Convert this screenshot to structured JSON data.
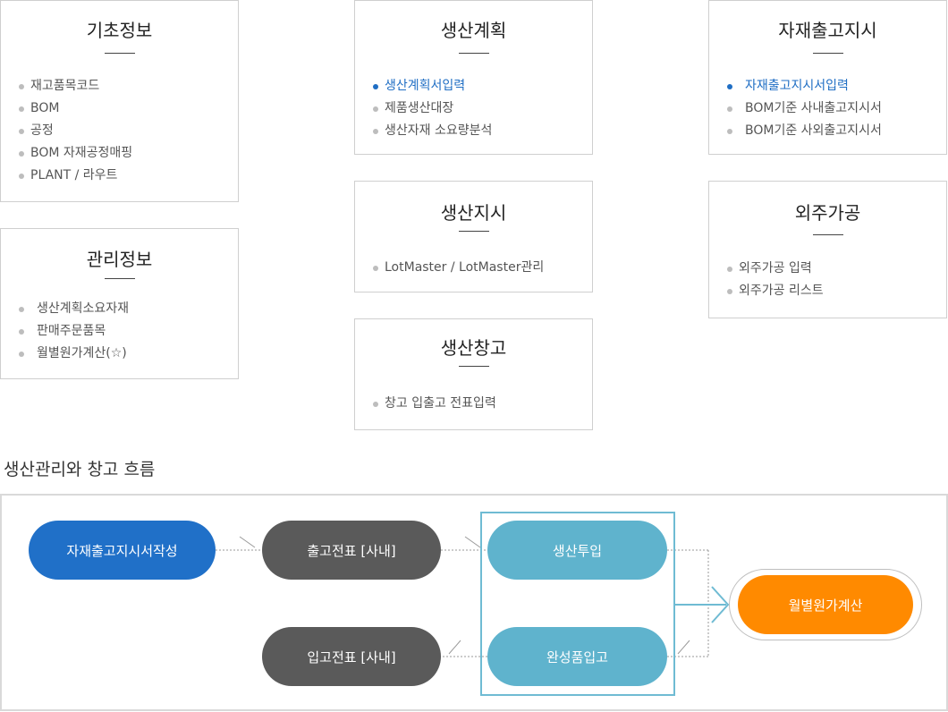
{
  "cards": {
    "basic": {
      "title": "기초정보",
      "items": [
        "재고품목코드",
        "BOM",
        "공정",
        "BOM 자재공정매핑",
        "PLANT /  라우트"
      ]
    },
    "manage": {
      "title": "관리정보",
      "items": [
        "생산계획소요자재",
        "판매주문품목",
        "월별원가계산(☆)"
      ]
    },
    "plan": {
      "title": "생산계획",
      "items": [
        "생산계획서입력",
        "제품생산대장",
        "생산자재 소요량분석"
      ],
      "active_index": 0
    },
    "order": {
      "title": "생산지시",
      "items": [
        "LotMaster / LotMaster관리"
      ]
    },
    "warehouse": {
      "title": "생산창고",
      "items": [
        "창고 입출고 전표입력"
      ]
    },
    "release": {
      "title": "자재출고지시",
      "items": [
        "자재출고지시서입력",
        "BOM기준 사내출고지시서",
        "BOM기준 사외출고지시서"
      ],
      "active_index": 0
    },
    "outsource": {
      "title": "외주가공",
      "items": [
        "외주가공 입력",
        "외주가공 리스트"
      ]
    }
  },
  "flow": {
    "title": "생산관리와 창고 흐름",
    "nodes": {
      "material_release": "자재출고지시서작성",
      "out_slip": "출고전표 [사내]",
      "production_input": "생산투입",
      "in_slip": "입고전표 [사내]",
      "finished_receipt": "완성품입고",
      "monthly_cost": "월별원가계산"
    }
  },
  "colors": {
    "active_link": "#1f6ec4",
    "blue_node": "#2070c8",
    "dark_node": "#5a5a5a",
    "teal_node": "#5fb3cd",
    "orange_node": "#ff8a00"
  }
}
